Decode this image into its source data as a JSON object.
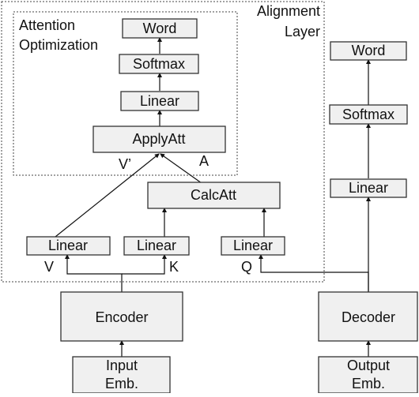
{
  "diagram": {
    "groups": {
      "attention_optimization": [
        "Attention",
        "Optimization"
      ],
      "alignment_layer": [
        "Alignment",
        "Layer"
      ]
    },
    "nodes": {
      "word_left": "Word",
      "softmax_left": "Softmax",
      "linear_left": "Linear",
      "applyatt": "ApplyAtt",
      "calcatt": "CalcAtt",
      "linear_v": "Linear",
      "linear_k": "Linear",
      "linear_q": "Linear",
      "encoder": "Encoder",
      "input_emb": [
        "Input",
        "Emb."
      ],
      "word_right": "Word",
      "softmax_right": "Softmax",
      "linear_right": "Linear",
      "decoder": "Decoder",
      "output_emb": [
        "Output",
        "Emb."
      ]
    },
    "edge_labels": {
      "v_prime": "V’",
      "a": "A",
      "v": "V",
      "k": "K",
      "q": "Q"
    }
  }
}
